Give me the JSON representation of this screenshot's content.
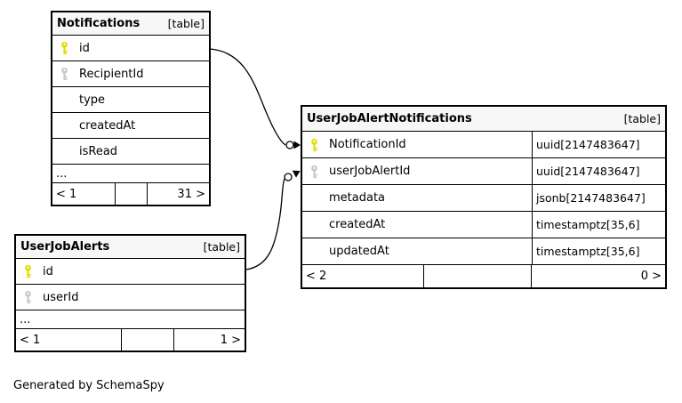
{
  "page": {
    "background": "#ffffff",
    "generated_note": "Generated by SchemaSpy"
  },
  "colors": {
    "header_bg": "#f7f7f7",
    "border": "#000000",
    "relationship_line": "#000000",
    "primary_key_icon": "#dfdf00",
    "foreign_key_icon": "#c8c8c8"
  },
  "tables": [
    {
      "name": "Notifications",
      "tag": "[table]",
      "columns": [
        {
          "name": "id",
          "key": "primary"
        },
        {
          "name": "RecipientId",
          "key": "foreign"
        },
        {
          "name": "type",
          "key": ""
        },
        {
          "name": "createdAt",
          "key": ""
        },
        {
          "name": "isRead",
          "key": ""
        }
      ],
      "more_columns_indicator": "...",
      "footer": {
        "parents": "< 1",
        "middle": "",
        "children": "31 >"
      }
    },
    {
      "name": "UserJobAlerts",
      "tag": "[table]",
      "columns": [
        {
          "name": "id",
          "key": "primary"
        },
        {
          "name": "userId",
          "key": "foreign"
        }
      ],
      "more_columns_indicator": "...",
      "footer": {
        "parents": "< 1",
        "middle": "",
        "children": "1 >"
      }
    },
    {
      "name": "UserJobAlertNotifications",
      "tag": "[table]",
      "columns": [
        {
          "name": "NotificationId",
          "key": "primary",
          "type": "uuid[2147483647]"
        },
        {
          "name": "userJobAlertId",
          "key": "foreign",
          "type": "uuid[2147483647]"
        },
        {
          "name": "metadata",
          "key": "",
          "type": "jsonb[2147483647]"
        },
        {
          "name": "createdAt",
          "key": "",
          "type": "timestamptz[35,6]"
        },
        {
          "name": "updatedAt",
          "key": "",
          "type": "timestamptz[35,6]"
        }
      ],
      "footer": {
        "parents": "< 2",
        "middle": "",
        "children": "0 >"
      }
    }
  ],
  "relationships": [
    {
      "from_table": "Notifications",
      "from_column": "id",
      "to_table": "UserJobAlertNotifications",
      "to_column": "NotificationId"
    },
    {
      "from_table": "UserJobAlerts",
      "from_column": "id",
      "to_table": "UserJobAlertNotifications",
      "to_column": "userJobAlertId"
    }
  ]
}
